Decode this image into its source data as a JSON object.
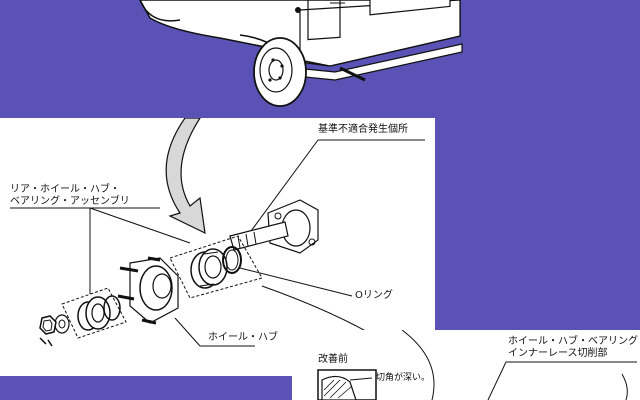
{
  "labels": {
    "defect_location": "基準不適合発生個所",
    "rear_assembly_line1": "リア・ホイール・ハブ・",
    "rear_assembly_line2": "ベアリング・アッセンブリ",
    "o_ring": "Oリング",
    "wheel_hub": "ホイール・ハブ",
    "before_improvement": "改善前",
    "inner_race_line1": "ホイール・ハブ・ベアリング",
    "inner_race_line2": "インナーレース切削部",
    "chamfer_note": "切角が深い。"
  },
  "colors": {
    "background": "#5a53b5",
    "panel": "#ffffff",
    "ink": "#111111"
  }
}
